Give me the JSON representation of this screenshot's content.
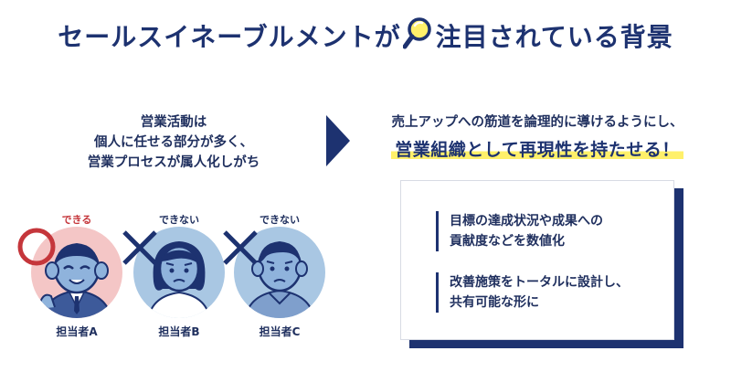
{
  "title": {
    "part1": "セールスイネーブルメントが",
    "part2": "注目されている背景"
  },
  "left_text": [
    "営業活動は",
    "個人に任せる部分が多く、",
    "営業プロセスが属人化しがち"
  ],
  "right_text": {
    "line1": "売上アップへの筋道を論理的に導けるようにし、",
    "line2": "営業組織として再現性を持たせる！"
  },
  "persons": [
    {
      "status": "できる",
      "name": "担当者A",
      "mark": "circle"
    },
    {
      "status": "できない",
      "name": "担当者B",
      "mark": "cross"
    },
    {
      "status": "できない",
      "name": "担当者C",
      "mark": "cross"
    }
  ],
  "points": [
    [
      "目標の達成状況や成果への",
      "貢献度などを数値化"
    ],
    [
      "改善施策をトータルに設計し、",
      "共有可能な形に"
    ]
  ],
  "colors": {
    "navy": "#1d3270",
    "highlight": "#fff06a",
    "circle_mark": "#c5363b",
    "person_a_bg": "#f4c6c6",
    "person_bg": "#a9c7e3"
  },
  "icons": [
    "magnifier-icon",
    "arrow-right-icon",
    "circle-mark-icon",
    "cross-mark-icon"
  ]
}
